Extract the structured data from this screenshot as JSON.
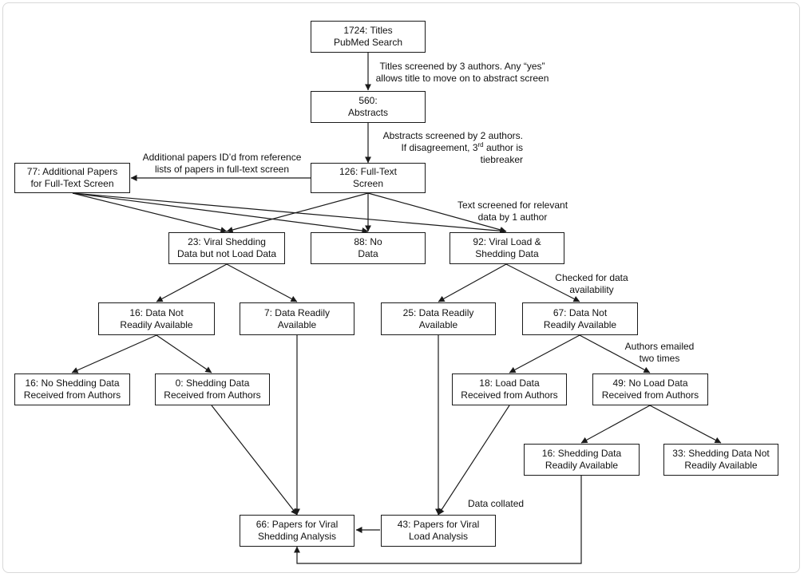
{
  "nodes": {
    "n1724": {
      "l1": "1724: Titles",
      "l2": "PubMed Search"
    },
    "n560": {
      "l1": "560:",
      "l2": "Abstracts"
    },
    "n126": {
      "l1": "126: Full-Text",
      "l2": "Screen"
    },
    "n77": {
      "l1": "77: Additional Papers",
      "l2": "for Full-Text Screen"
    },
    "n23": {
      "l1": "23: Viral Shedding",
      "l2": "Data but not Load Data"
    },
    "n88": {
      "l1": "88: No",
      "l2": "Data"
    },
    "n92": {
      "l1": "92: Viral Load &",
      "l2": "Shedding Data"
    },
    "n16a": {
      "l1": "16: Data Not",
      "l2": "Readily Available"
    },
    "n7": {
      "l1": "7: Data Readily",
      "l2": "Available"
    },
    "n25": {
      "l1": "25: Data Readily",
      "l2": "Available"
    },
    "n67": {
      "l1": "67: Data Not",
      "l2": "Readily Available"
    },
    "n16b": {
      "l1": "16: No Shedding Data",
      "l2": "Received from Authors"
    },
    "n0": {
      "l1": "0: Shedding Data",
      "l2": "Received from Authors"
    },
    "n18": {
      "l1": "18: Load Data",
      "l2": "Received from Authors"
    },
    "n49": {
      "l1": "49: No Load Data",
      "l2": "Received from Authors"
    },
    "n16c": {
      "l1": "16: Shedding Data",
      "l2": "Readily Available"
    },
    "n33": {
      "l1": "33: Shedding Data Not",
      "l2": "Readily Available"
    },
    "n66": {
      "l1": "66: Papers for Viral",
      "l2": "Shedding Analysis"
    },
    "n43": {
      "l1": "43: Papers for Viral",
      "l2": "Load Analysis"
    }
  },
  "notes": {
    "titles_screen": {
      "l1": "Titles screened by 3 authors. Any “yes”",
      "l2": "allows title to move on to abstract screen"
    },
    "abstracts_screen": {
      "l1": "Abstracts screened by 2 authors.",
      "l2a": "If disagreement, 3",
      "l2sup": "rd",
      "l2b": " author is",
      "l3": "tiebreaker"
    },
    "additional_papers": {
      "l1": "Additional papers ID’d from reference",
      "l2": "lists of papers in full-text screen"
    },
    "text_screen": {
      "l1": "Text screened for relevant",
      "l2": "data by 1 author"
    },
    "checked": {
      "l1": "Checked for data",
      "l2": "availability"
    },
    "emailed": {
      "l1": "Authors emailed",
      "l2": "two times"
    },
    "collated": {
      "l1": "Data collated"
    }
  },
  "colors": {
    "stroke": "#1a1a1a",
    "frame": "#d8d8d8"
  }
}
